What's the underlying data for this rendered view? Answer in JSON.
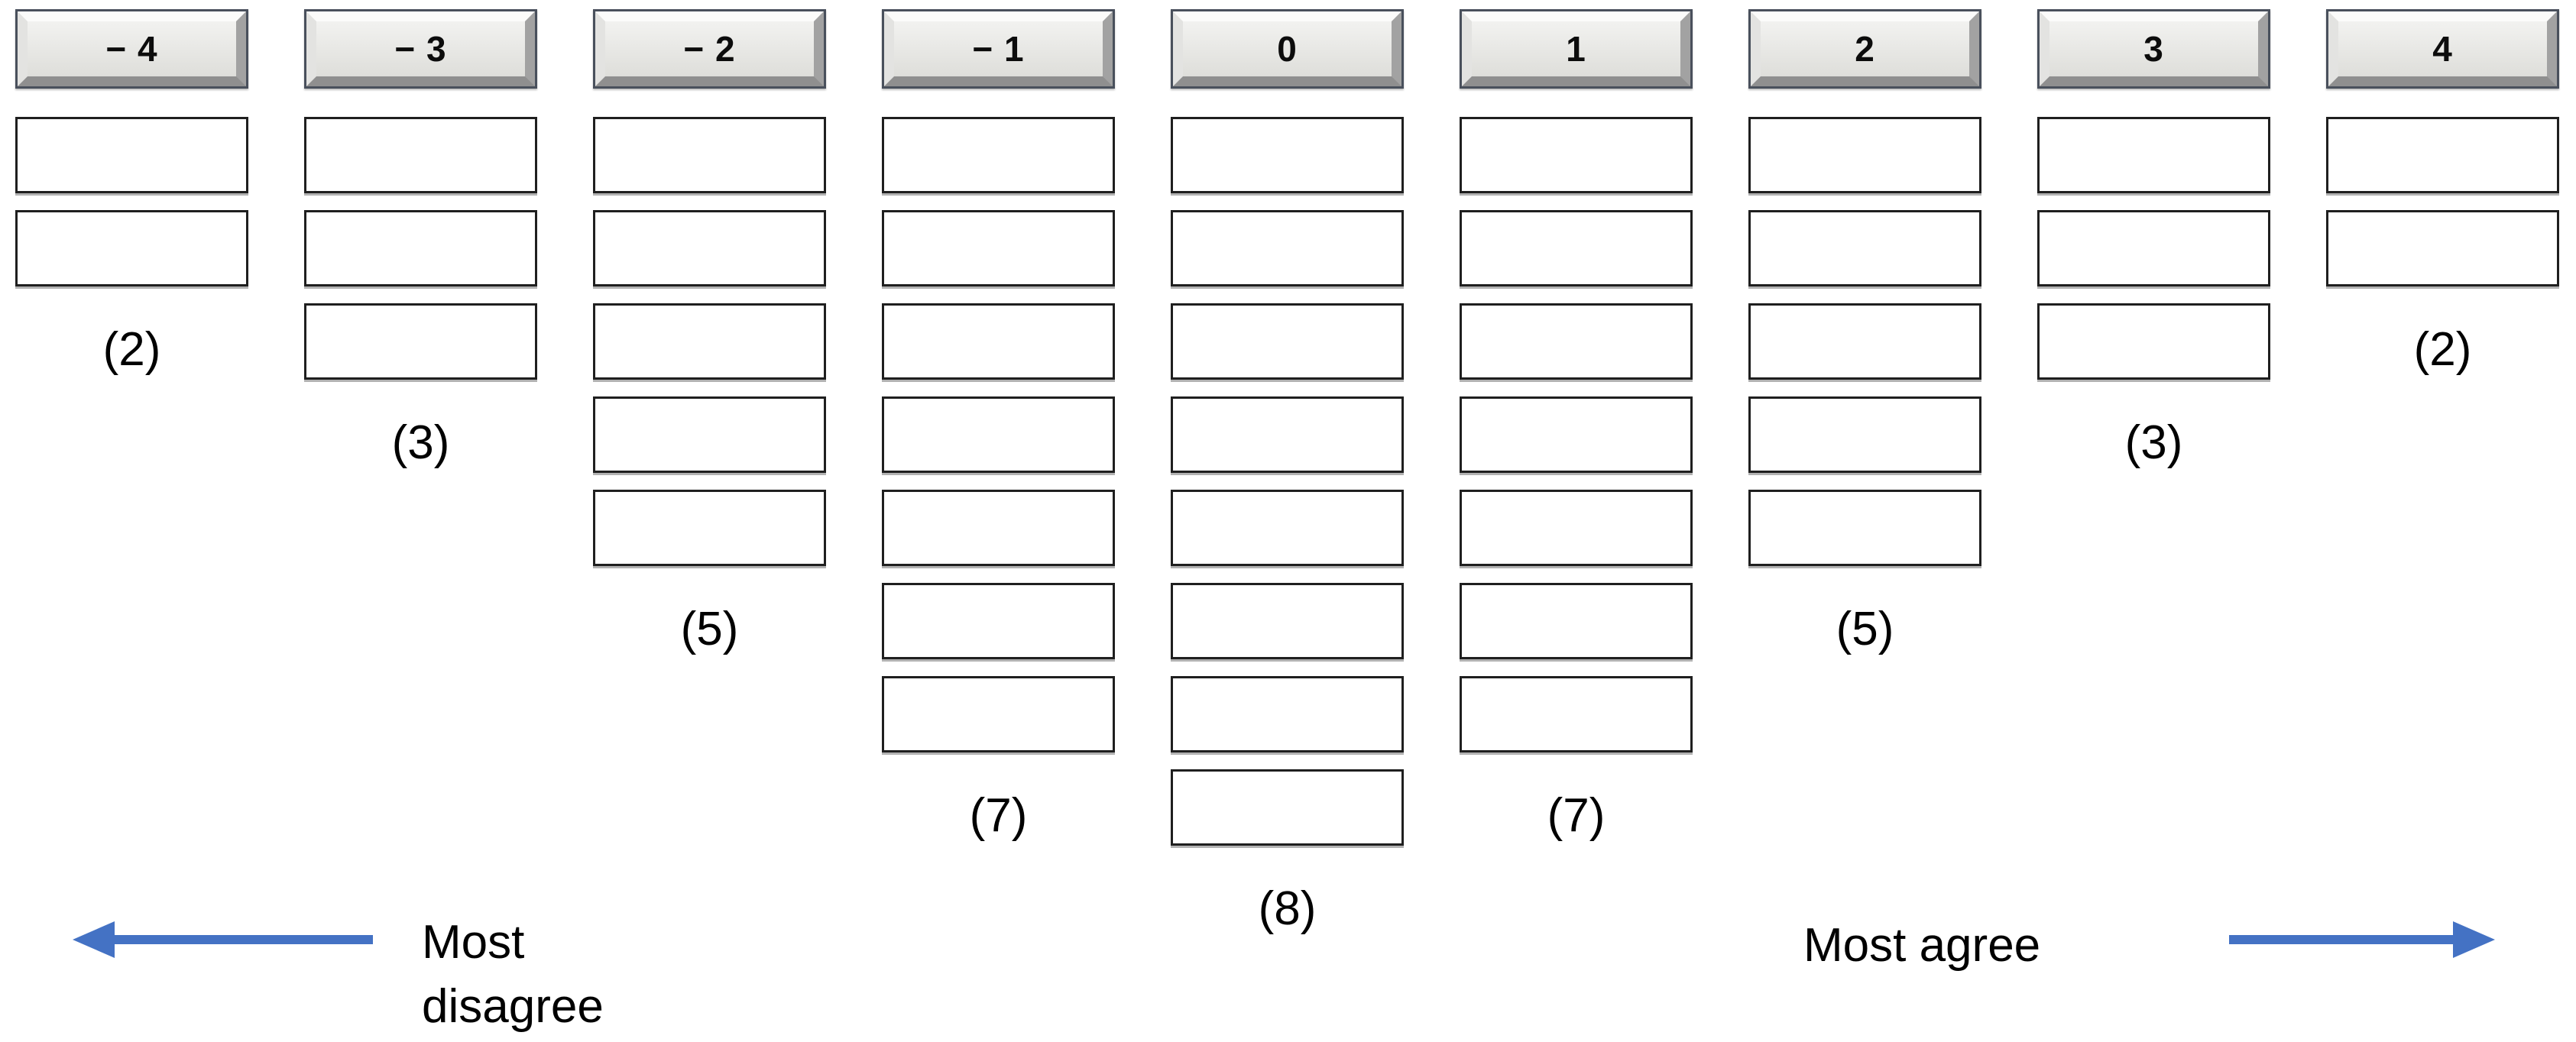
{
  "figure": {
    "kind": "q-sort-distribution-grid",
    "columns": [
      {
        "header_label": "− 4",
        "slot_count": 2,
        "count_label": "(2)"
      },
      {
        "header_label": "− 3",
        "slot_count": 3,
        "count_label": "(3)"
      },
      {
        "header_label": "− 2",
        "slot_count": 5,
        "count_label": "(5)"
      },
      {
        "header_label": "− 1",
        "slot_count": 7,
        "count_label": "(7)"
      },
      {
        "header_label": "0",
        "slot_count": 8,
        "count_label": "(8)"
      },
      {
        "header_label": "1",
        "slot_count": 7,
        "count_label": "(7)"
      },
      {
        "header_label": "2",
        "slot_count": 5,
        "count_label": "(5)"
      },
      {
        "header_label": "3",
        "slot_count": 3,
        "count_label": "(3)"
      },
      {
        "header_label": "4",
        "slot_count": 2,
        "count_label": "(2)"
      }
    ],
    "footer": {
      "left_line1": "Most",
      "left_line2": "disagree",
      "right_label": "Most agree"
    }
  },
  "colors": {
    "arrow_blue": "#4472C4",
    "slot_border": "#1f1f1f",
    "button_outer_border": "#49505c"
  }
}
